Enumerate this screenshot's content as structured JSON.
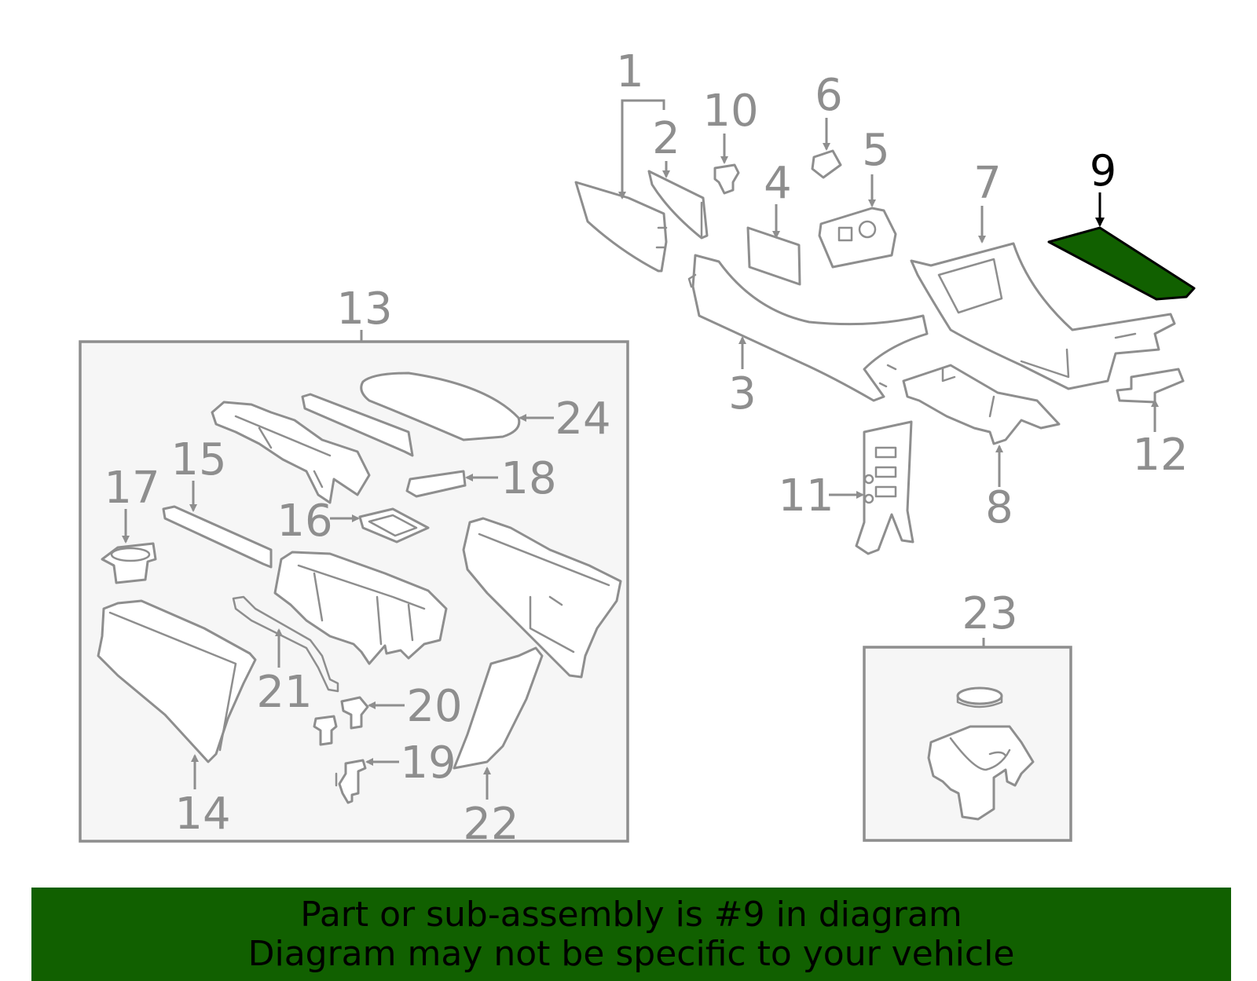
{
  "callouts": {
    "c1": "1",
    "c2": "2",
    "c3": "3",
    "c4": "4",
    "c5": "5",
    "c6": "6",
    "c7": "7",
    "c8": "8",
    "c9": "9",
    "c10": "10",
    "c11": "11",
    "c12": "12",
    "c13": "13",
    "c14": "14",
    "c15": "15",
    "c16": "16",
    "c17": "17",
    "c18": "18",
    "c19": "19",
    "c20": "20",
    "c21": "21",
    "c22": "22",
    "c23": "23",
    "c24": "24"
  },
  "highlight": {
    "part": "9",
    "color": "#116000"
  },
  "banner": {
    "line1": "Part or sub-assembly is #9 in diagram",
    "line2": "Diagram may not be specific to your vehicle"
  },
  "colors": {
    "line": "#8e8e8e",
    "box_fill": "#f6f6f6",
    "banner_bg": "#116000"
  }
}
